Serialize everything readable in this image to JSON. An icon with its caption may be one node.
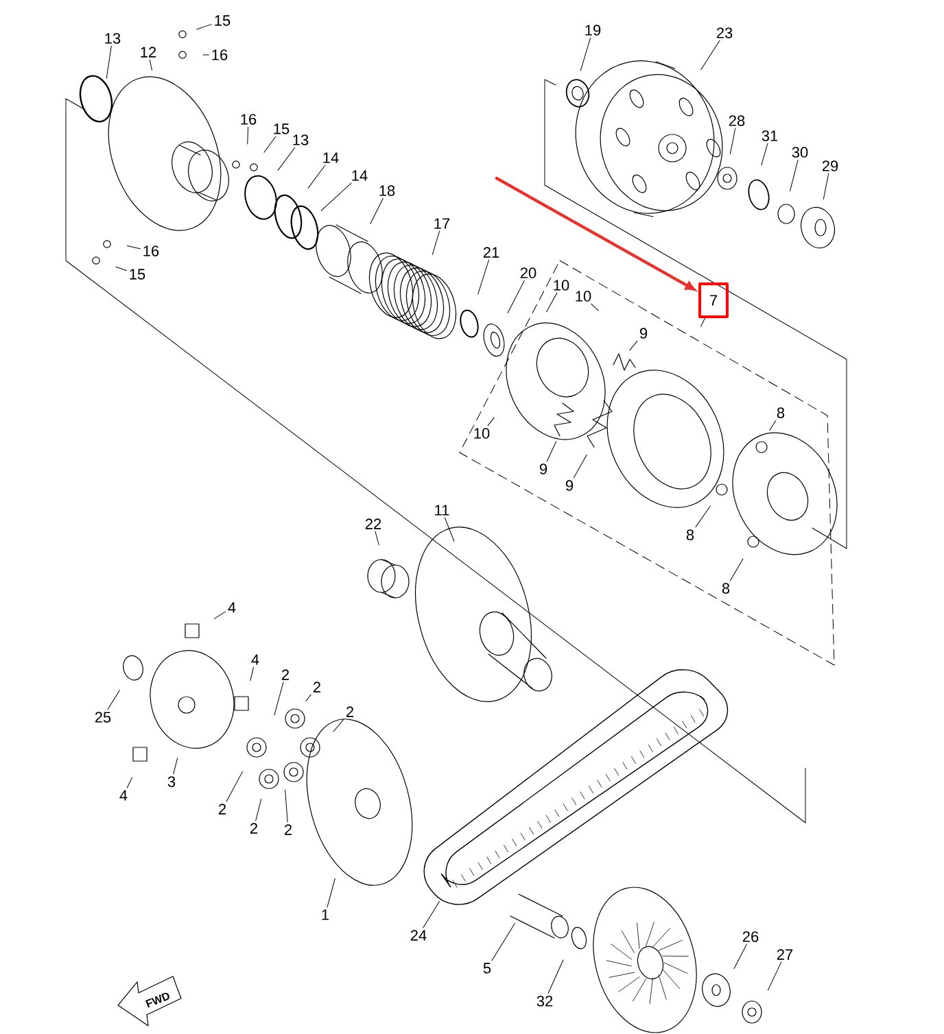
{
  "diagram": {
    "nodes": [
      {
        "text": [
          "15"
        ]
      },
      {
        "text": [
          "19"
        ]
      },
      {
        "text": [
          "23"
        ]
      },
      {
        "text": [
          "13"
        ]
      },
      {
        "text": [
          "12"
        ]
      },
      {
        "text": [
          "16"
        ]
      },
      {
        "text": [
          "16"
        ]
      },
      {
        "text": [
          "28"
        ]
      },
      {
        "text": [
          "15"
        ]
      },
      {
        "text": [
          "31"
        ]
      },
      {
        "text": [
          "13"
        ]
      },
      {
        "text": [
          "30"
        ]
      },
      {
        "text": [
          "14"
        ]
      },
      {
        "text": [
          "29"
        ]
      },
      {
        "text": [
          "14"
        ]
      },
      {
        "text": [
          "18"
        ]
      },
      {
        "text": [
          "17"
        ]
      },
      {
        "text": [
          "16"
        ]
      },
      {
        "text": [
          "21"
        ]
      },
      {
        "text": [
          "20"
        ]
      },
      {
        "text": [
          "15"
        ]
      },
      {
        "text": [
          "10"
        ]
      },
      {
        "text": [
          "10"
        ]
      },
      {
        "text": [
          "7"
        ]
      },
      {
        "text": [
          "9"
        ]
      },
      {
        "text": [
          "8"
        ]
      },
      {
        "text": [
          "10"
        ]
      },
      {
        "text": [
          "9"
        ]
      },
      {
        "text": [
          "9"
        ]
      },
      {
        "text": [
          "11"
        ]
      },
      {
        "text": [
          "22"
        ]
      },
      {
        "text": [
          "8"
        ]
      },
      {
        "text": [
          "8"
        ]
      },
      {
        "text": [
          "4"
        ]
      },
      {
        "text": [
          "4"
        ]
      },
      {
        "text": [
          "2"
        ]
      },
      {
        "text": [
          "2"
        ]
      },
      {
        "text": [
          "2"
        ]
      },
      {
        "text": [
          "25"
        ]
      },
      {
        "text": [
          "3"
        ]
      },
      {
        "text": [
          "4"
        ]
      },
      {
        "text": [
          "2"
        ]
      },
      {
        "text": [
          "2"
        ]
      },
      {
        "text": [
          "2"
        ]
      },
      {
        "text": [
          "1"
        ]
      },
      {
        "text": [
          "24"
        ]
      },
      {
        "text": [
          "26"
        ]
      },
      {
        "text": [
          "27"
        ]
      },
      {
        "text": [
          "5"
        ]
      },
      {
        "text": [
          "32"
        ]
      }
    ],
    "edges": [
      {
        "from": 0,
        "to": null,
        "arrow": "none"
      },
      {
        "from": 1,
        "to": null,
        "arrow": "none"
      },
      {
        "from": 2,
        "to": null,
        "arrow": "none"
      },
      {
        "from": 3,
        "to": null,
        "arrow": "none"
      },
      {
        "from": 4,
        "to": null,
        "arrow": "none"
      },
      {
        "from": 5,
        "to": null,
        "arrow": "none"
      },
      {
        "from": 6,
        "to": null,
        "arrow": "none"
      },
      {
        "from": 7,
        "to": null,
        "arrow": "none"
      },
      {
        "from": 8,
        "to": null,
        "arrow": "none"
      },
      {
        "from": 9,
        "to": null,
        "arrow": "none"
      },
      {
        "from": 10,
        "to": null,
        "arrow": "none"
      },
      {
        "from": 11,
        "to": null,
        "arrow": "none"
      },
      {
        "from": 12,
        "to": null,
        "arrow": "none"
      },
      {
        "from": 13,
        "to": null,
        "arrow": "none"
      },
      {
        "from": 14,
        "to": null,
        "arrow": "none"
      },
      {
        "from": 15,
        "to": null,
        "arrow": "none"
      },
      {
        "from": 16,
        "to": null,
        "arrow": "none"
      },
      {
        "from": 17,
        "to": null,
        "arrow": "none"
      },
      {
        "from": 18,
        "to": null,
        "arrow": "none"
      },
      {
        "from": 19,
        "to": null,
        "arrow": "none"
      },
      {
        "from": 20,
        "to": null,
        "arrow": "none"
      },
      {
        "from": 21,
        "to": null,
        "arrow": "none"
      },
      {
        "from": 22,
        "to": null,
        "arrow": "none"
      },
      {
        "from": 23,
        "to": null,
        "arrow": "none"
      },
      {
        "from": 24,
        "to": null,
        "arrow": "none"
      },
      {
        "from": 25,
        "to": null,
        "arrow": "none"
      },
      {
        "from": 26,
        "to": null,
        "arrow": "none"
      },
      {
        "from": 27,
        "to": null,
        "arrow": "none"
      },
      {
        "from": 28,
        "to": null,
        "arrow": "none"
      },
      {
        "from": 29,
        "to": null,
        "arrow": "none"
      },
      {
        "from": 30,
        "to": null,
        "arrow": "none"
      },
      {
        "from": 31,
        "to": null,
        "arrow": "none"
      },
      {
        "from": 32,
        "to": null,
        "arrow": "none"
      },
      {
        "from": 33,
        "to": null,
        "arrow": "none"
      },
      {
        "from": 34,
        "to": null,
        "arrow": "none"
      },
      {
        "from": 35,
        "to": null,
        "arrow": "none"
      },
      {
        "from": 36,
        "to": null,
        "arrow": "none"
      },
      {
        "from": 37,
        "to": null,
        "arrow": "none"
      },
      {
        "from": 38,
        "to": null,
        "arrow": "none"
      },
      {
        "from": 39,
        "to": null,
        "arrow": "none"
      },
      {
        "from": 40,
        "to": null,
        "arrow": "none"
      },
      {
        "from": 41,
        "to": null,
        "arrow": "none"
      },
      {
        "from": 42,
        "to": null,
        "arrow": "none"
      },
      {
        "from": 43,
        "to": null,
        "arrow": "none"
      },
      {
        "from": 44,
        "to": null,
        "arrow": "none"
      },
      {
        "from": 45,
        "to": null,
        "arrow": "none"
      },
      {
        "from": 46,
        "to": null,
        "arrow": "none"
      },
      {
        "from": 47,
        "to": null,
        "arrow": "none"
      },
      {
        "from": 48,
        "to": null,
        "arrow": "none"
      },
      {
        "from": 49,
        "to": null,
        "arrow": "none"
      },
      {
        "from": null,
        "to": 23,
        "arrow": "to",
        "style": "thick",
        "color": "#e8322b"
      }
    ],
    "labels": [
      "FWD"
    ]
  }
}
